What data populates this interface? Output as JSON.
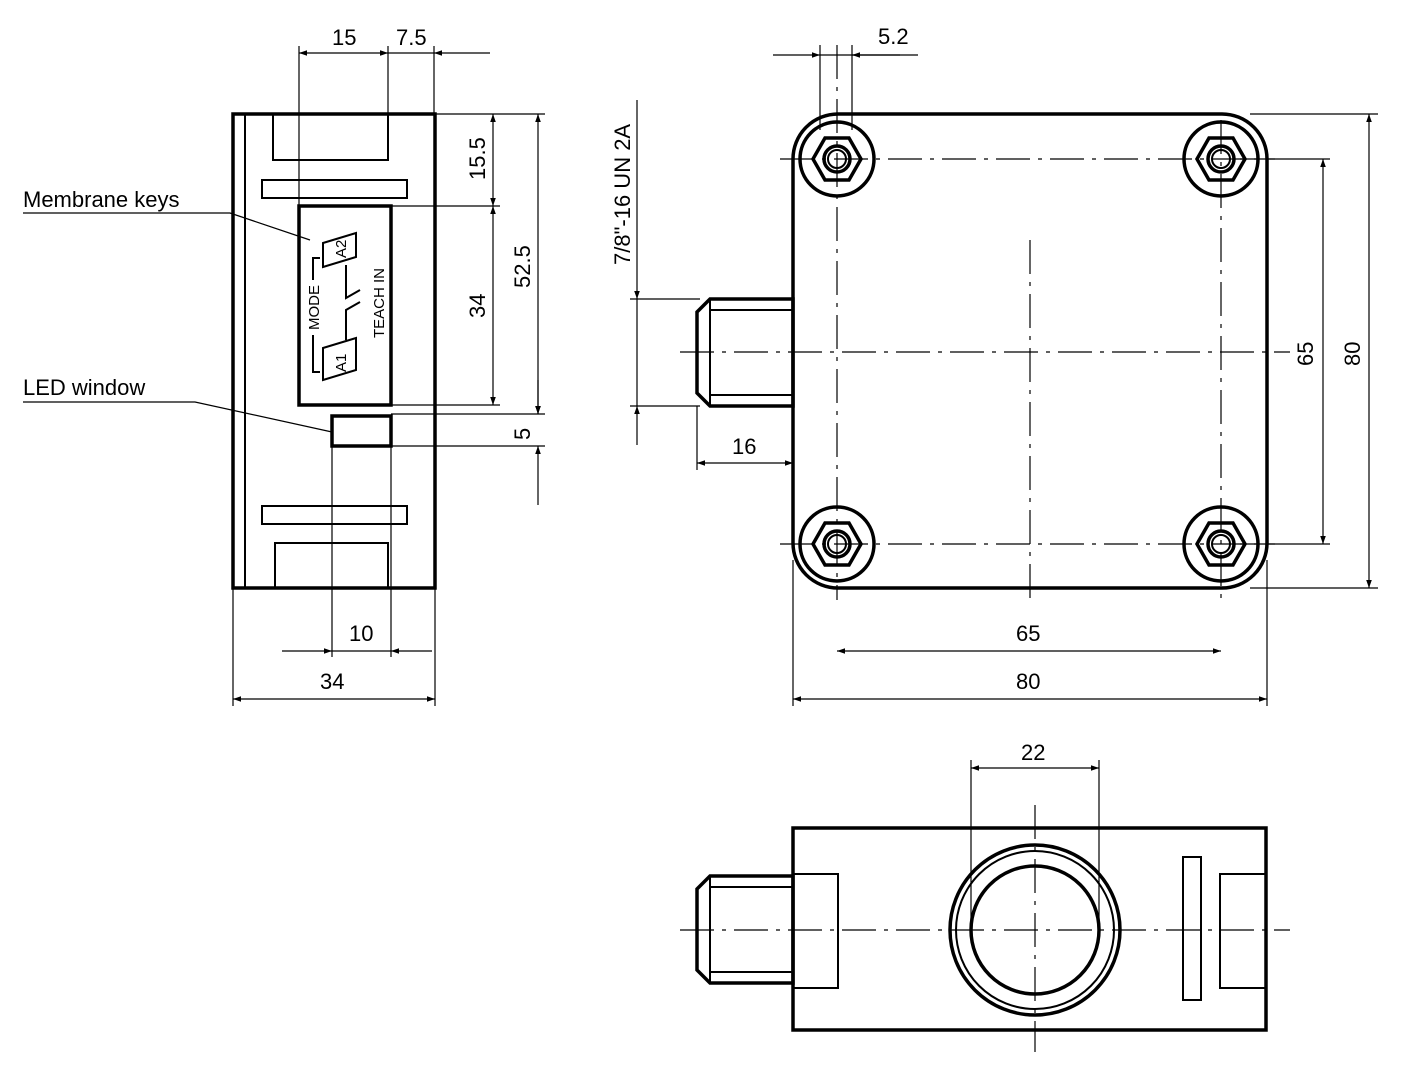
{
  "labels": {
    "membrane_keys": "Membrane keys",
    "led_window": "LED window",
    "mode": "MODE",
    "teach_in": "TEACH IN",
    "key_a1": "A1",
    "key_a2": "A2",
    "thread": "7/8\"-16 UN 2A"
  },
  "dimensions": {
    "side_top_15": "15",
    "side_top_7_5": "7.5",
    "side_15_5": "15.5",
    "side_52_5": "52.5",
    "side_34_vertical": "34",
    "side_5": "5",
    "side_10": "10",
    "side_34_width": "34",
    "front_5_2": "5.2",
    "front_16": "16",
    "front_65_vertical": "65",
    "front_80_vertical": "80",
    "front_65_horizontal": "65",
    "front_80_horizontal": "80",
    "bottom_22": "22"
  }
}
